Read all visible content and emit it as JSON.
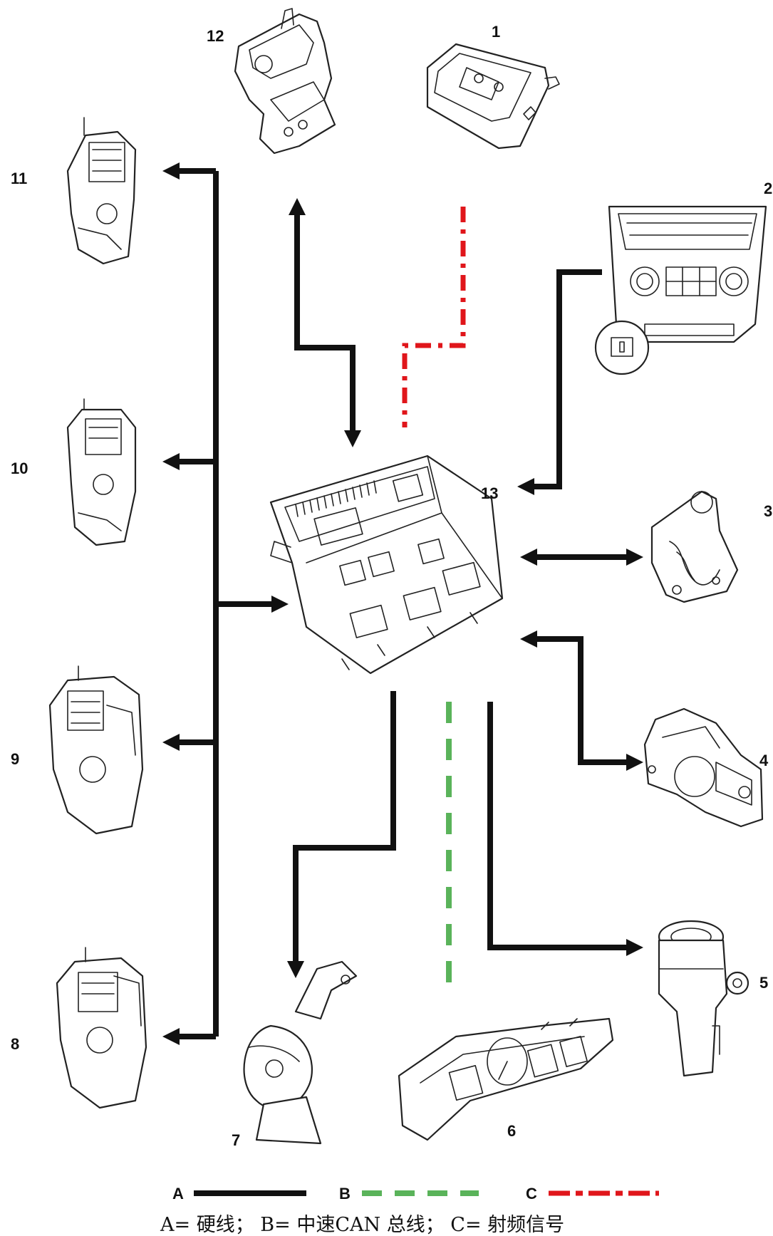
{
  "components": [
    {
      "id": "1",
      "label": "1"
    },
    {
      "id": "2",
      "label": "2"
    },
    {
      "id": "3",
      "label": "3"
    },
    {
      "id": "4",
      "label": "4"
    },
    {
      "id": "5",
      "label": "5"
    },
    {
      "id": "6",
      "label": "6"
    },
    {
      "id": "7",
      "label": "7"
    },
    {
      "id": "8",
      "label": "8"
    },
    {
      "id": "9",
      "label": "9"
    },
    {
      "id": "10",
      "label": "10"
    },
    {
      "id": "11",
      "label": "11"
    },
    {
      "id": "12",
      "label": "12"
    },
    {
      "id": "13",
      "label": "13"
    }
  ],
  "legend": {
    "a_letter": "A",
    "b_letter": "B",
    "c_letter": "C",
    "caption": "A= 硬线； B= 中速CAN 总线； C= 射频信号",
    "colors": {
      "hardwire": "#111111",
      "can": "#5ab35a",
      "rf": "#e0161b"
    }
  }
}
